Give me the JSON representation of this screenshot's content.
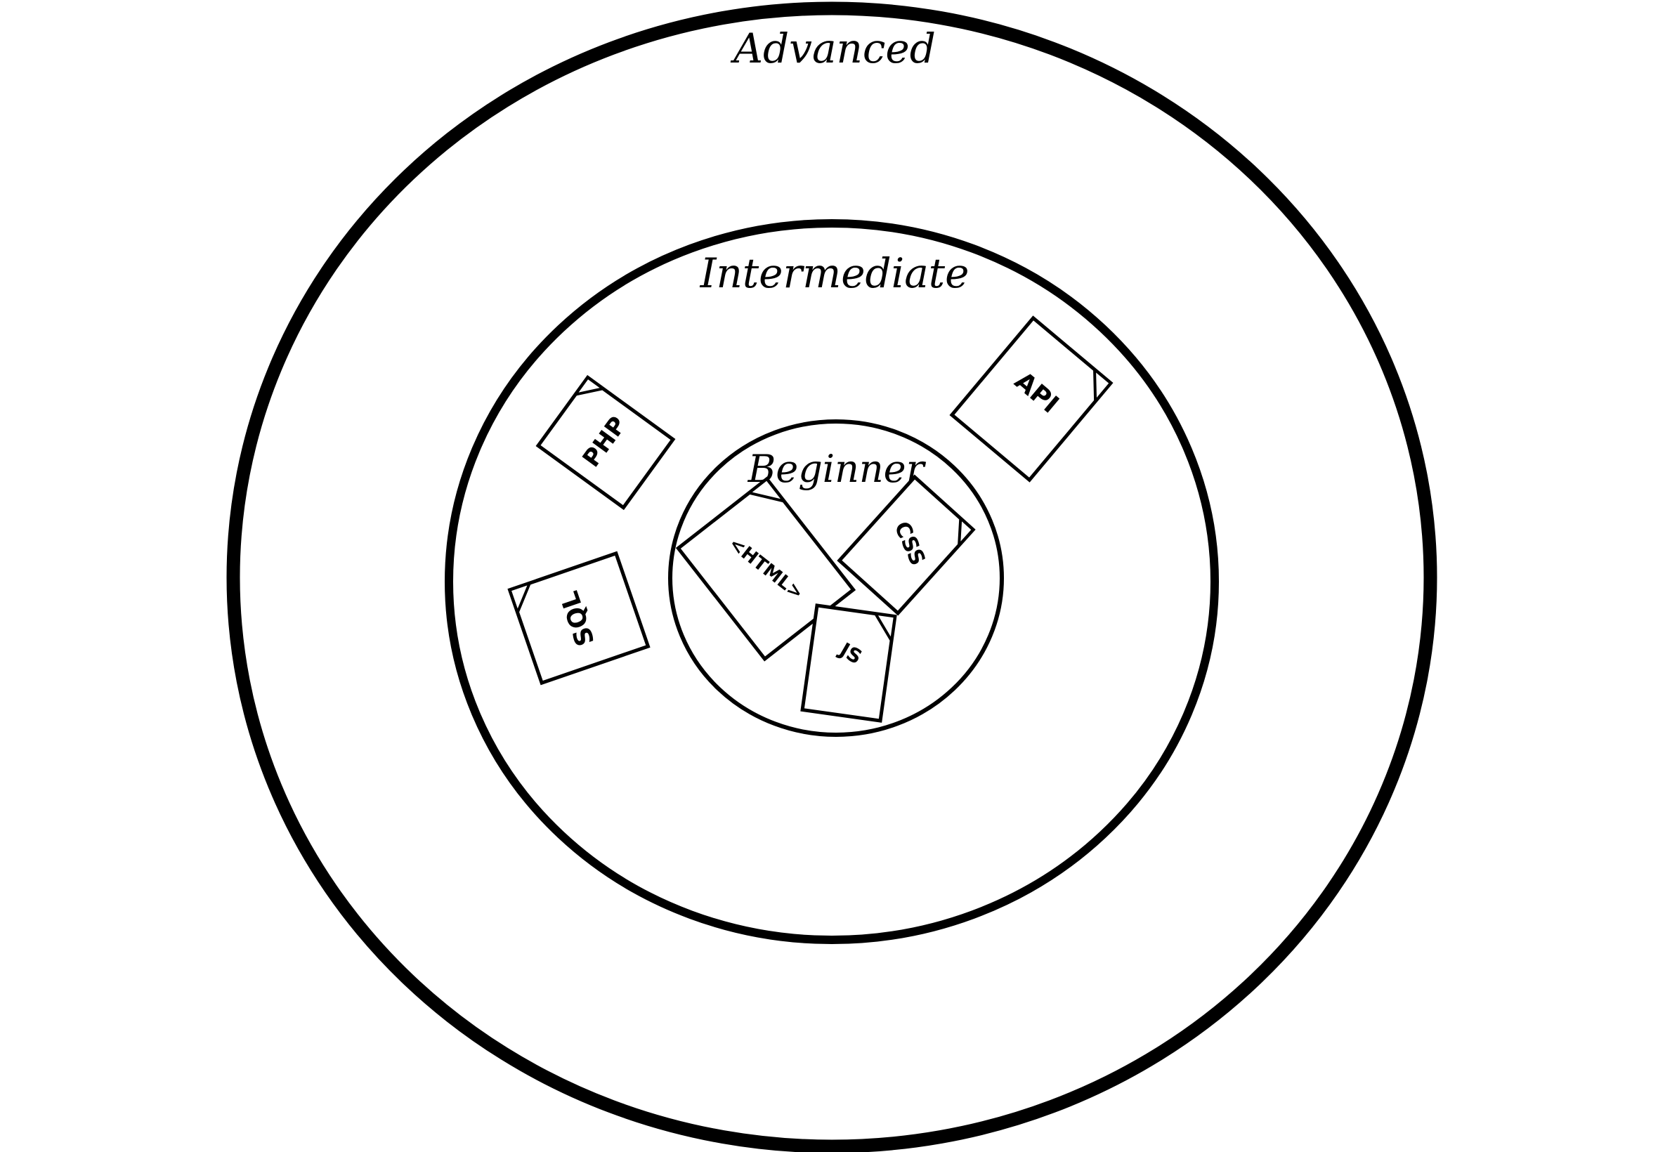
{
  "diagram": {
    "rings": {
      "advanced": {
        "label": "Advanced"
      },
      "intermediate": {
        "label": "Intermediate"
      },
      "beginner": {
        "label": "Beginner"
      }
    },
    "documents": {
      "php": {
        "label": "PHP",
        "icon": "document-icon",
        "level": "intermediate"
      },
      "sql": {
        "label": "SQL",
        "icon": "document-icon",
        "level": "intermediate"
      },
      "api": {
        "label": "API",
        "icon": "document-icon",
        "level": "intermediate"
      },
      "html": {
        "label": "<HTML>",
        "icon": "document-icon",
        "level": "beginner"
      },
      "css": {
        "label": "CSS",
        "icon": "document-icon",
        "level": "beginner"
      },
      "js": {
        "label": "JS",
        "icon": "document-icon",
        "level": "beginner"
      }
    },
    "colors": {
      "stroke": "#000000",
      "background": "#ffffff"
    }
  }
}
